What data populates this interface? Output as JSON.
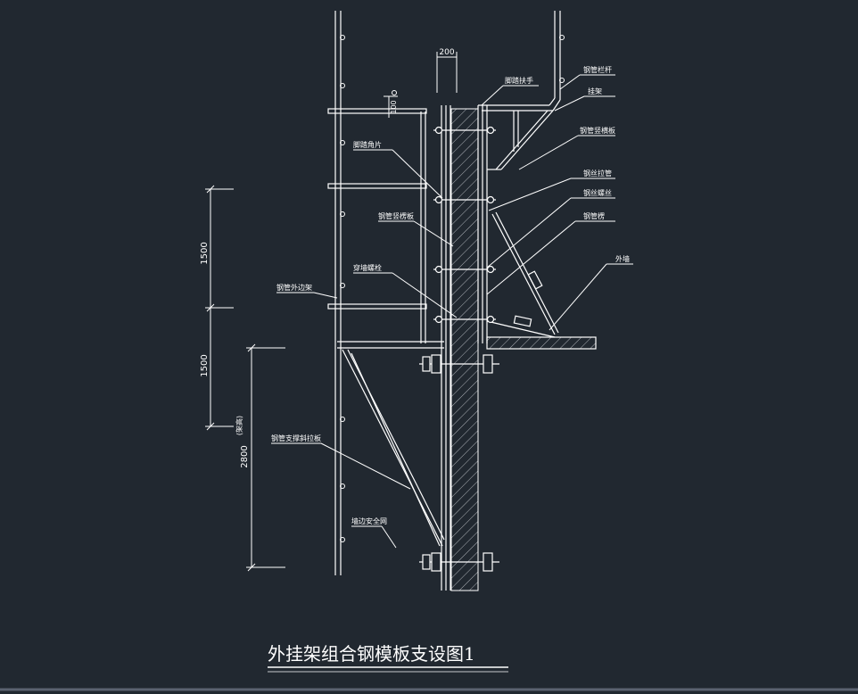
{
  "drawing": {
    "title": "外挂架组合钢模板支设图1",
    "colors": {
      "background": "#212830",
      "line": "#ffffff",
      "hatch": "#cfd3d8"
    },
    "dimensions": {
      "top_width": "200",
      "top_gap": "100",
      "upper_span": "1500",
      "lower_span": "1500",
      "frame_height": "2800",
      "frame_height_note": "(架高)"
    },
    "labels": {
      "l01": "脚踏扶手",
      "l02": "钢管栏杆",
      "l03": "挂架",
      "l04": "钢管竖横板",
      "l05": "脚踏角片",
      "l06": "钢管竖楞板",
      "l07": "钢丝拉管",
      "l08": "钢丝螺丝",
      "l09": "钢管楞",
      "l10": "外墙",
      "l11": "穿墙螺栓",
      "l12": "钢管外边架",
      "l13": "钢管支撑斜拉板",
      "l14": "墙边安全网"
    }
  }
}
